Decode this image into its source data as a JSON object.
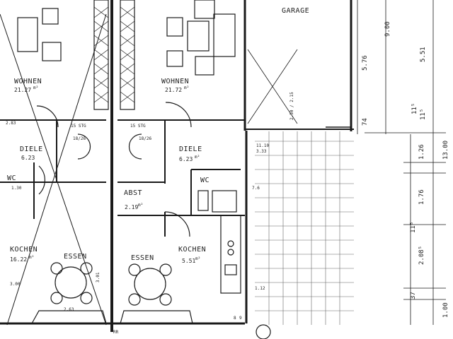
{
  "plan": {
    "rooms": {
      "garage": "GARAGE",
      "wohnen_left": "WOHNEN",
      "wohnen_left_area": "21.27",
      "wohnen_left_area_sup": "m²",
      "wohnen_right": "WOHNEN",
      "wohnen_right_area": "21.72",
      "wohnen_right_area_sup": "m²",
      "diele_left": "DIELE",
      "diele_left_area": "6.23",
      "diele_right": "DIELE",
      "diele_right_area": "6.23",
      "diele_right_area_sup": "m²",
      "abst": "ABST",
      "abst_area": "2.19",
      "abst_area_sup": "m²",
      "wc_left": "WC",
      "wc_right": "WC",
      "wc_area": "1.30",
      "kochen_left": "KOCHEN",
      "kochen_left_area": "16.22",
      "kochen_left_area_sup": "m²",
      "essen_left": "ESSEN",
      "essen_right": "ESSEN",
      "kochen_right": "KOCHEN",
      "kochen_right_area": "5.51",
      "kochen_right_area_sup": "m²"
    },
    "stairs": {
      "left_label": "15 STG",
      "left_size": "18/26",
      "right_label": "15 STG",
      "right_size": "18/26"
    },
    "dims_right": [
      "9.00",
      "5.76",
      "5.51",
      "11⁵",
      "11⁵",
      "74",
      "1.26",
      "13.00",
      "1.76",
      "11⁵",
      "2.08⁵",
      "37",
      "1.00"
    ],
    "dims_other": {
      "left_283": "2.83",
      "left_300": "3.00",
      "left_263": "2.63",
      "left_301": "3.01",
      "garage_door": "2.50 / 2.15",
      "wc_1110": "11.10",
      "wc_333": "3.33",
      "dim_776": "7.6",
      "dim_112": "1.12",
      "dim_8": "8",
      "dim_9": "9",
      "rr": "RR"
    }
  }
}
